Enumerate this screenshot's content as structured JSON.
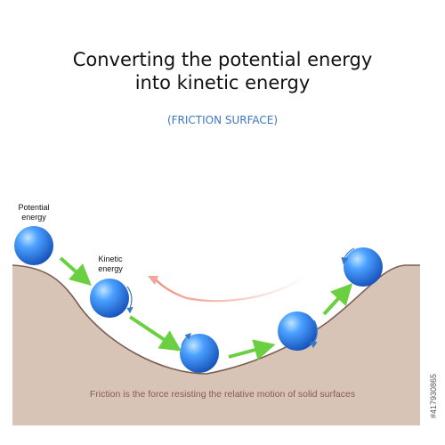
{
  "title": {
    "line1": "Converting the potential energy",
    "line2": "into kinetic energy"
  },
  "subtitle": "(FRICTION SURFACE)",
  "labels": {
    "potential": [
      "Potential",
      "energy"
    ],
    "kinetic": [
      "Kinetic",
      "energy"
    ]
  },
  "caption": "Friction is the force resisting the relative motion of solid surfaces",
  "stock_id": "#417930865",
  "colors": {
    "ground": "#d8c4b6",
    "ground_edge": "#7a5e52",
    "ball": "#2a7bea",
    "arrow": "#6ad042",
    "spin_arrow": "#3b78c4",
    "friction_arrow": "#f0a79b",
    "subtitle": "#3b78c4",
    "caption": "#8a5a4e"
  },
  "icons": [
    "ball-icon",
    "motion-arrow-icon",
    "spin-arrow-icon",
    "friction-arrow-icon"
  ]
}
